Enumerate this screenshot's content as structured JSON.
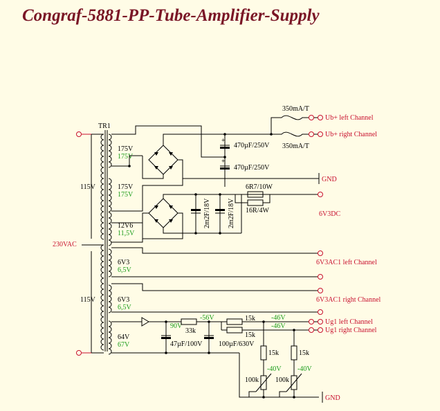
{
  "title": "Congraf-5881-PP-Tube-Amplifier-Supply",
  "transformer": {
    "name": "TR1",
    "primary_total": "230VAC",
    "primary_half_top": "115V",
    "primary_half_bottom": "115V"
  },
  "windings": [
    {
      "nominal": "175V",
      "measured": "175V"
    },
    {
      "nominal": "175V",
      "measured": "175V"
    },
    {
      "nominal": "12V6",
      "measured": "11,5V"
    },
    {
      "nominal": "6V3",
      "measured": "6,5V"
    },
    {
      "nominal": "6V3",
      "measured": "6,5V"
    },
    {
      "nominal": "64V",
      "measured": "67V"
    }
  ],
  "fuses": [
    "350mA/T",
    "350mA/T"
  ],
  "capacitors": [
    "470µF/250V",
    "470µF/250V",
    "2m2F/18V",
    "2m2F/18V",
    "47µF/100V",
    "100µF/630V"
  ],
  "resistors": [
    "6R7/10W",
    "16R/4W",
    "33k",
    "15k",
    "15k",
    "15k",
    "15k"
  ],
  "pots": [
    "100k",
    "100k"
  ],
  "voltages": [
    "90V",
    "-56V",
    "-46V",
    "-46V",
    "-40V",
    "-40V"
  ],
  "outputs": [
    "Ub+ left Channel",
    "Ub+ right Channel",
    "GND",
    "6V3DC",
    "6V3AC1 left Channel",
    "6V3AC1 right Channel",
    "Ug1 left Channel",
    "Ug1 right Channel",
    "GND"
  ],
  "colors": {
    "title": "#7a1626",
    "terminal": "#c8102e",
    "voltage": "#1a9c1a",
    "wire": "#000000",
    "background": "#fffce6"
  }
}
